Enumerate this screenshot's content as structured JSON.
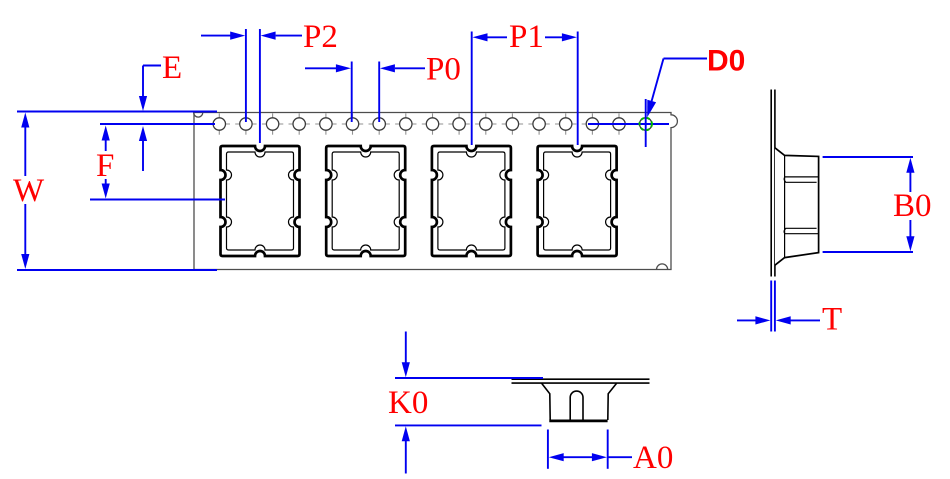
{
  "drawing": {
    "labels": {
      "e": "E",
      "f": "F",
      "w": "W",
      "p2": "P2",
      "p0": "P0",
      "p1": "P1",
      "d0": "D0",
      "b0": "B0",
      "t": "T",
      "k0": "K0",
      "a0": "A0"
    },
    "colors": {
      "dimension_line": "#0000f0",
      "label_text": "#ff0000",
      "pocket_outline": "#000000",
      "tape_outline": "#4d4d4d",
      "hole_crosshair": "#929292",
      "hole_highlight": "#00b400",
      "background": "#ffffff"
    }
  }
}
